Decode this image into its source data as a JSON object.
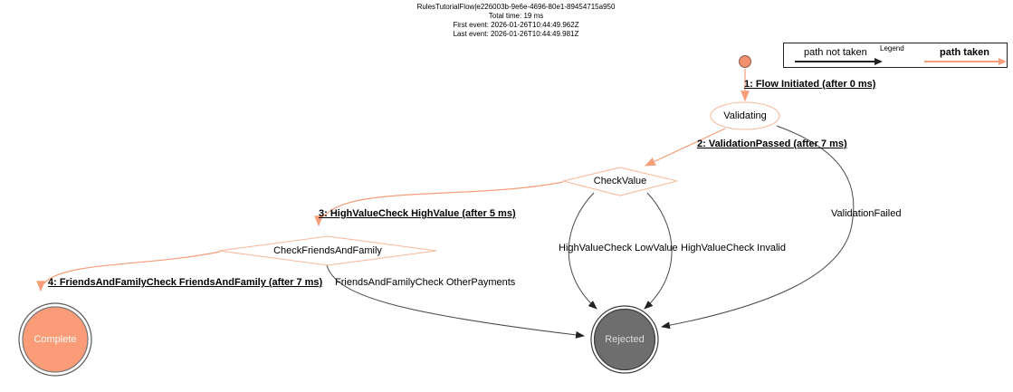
{
  "header": {
    "flow_id": "RulesTutorialFlow|e226003b-9e6e-4696-80e1-89454715a950",
    "total_time": "Total time: 19 ms",
    "first_event": "First event: 2026-01-26T10:44:49.962Z",
    "last_event": "Last event: 2026-01-26T10:44:49.981Z"
  },
  "legend": {
    "title": "Legend",
    "path_not_taken_label": "path not taken",
    "path_taken_label": "path taken"
  },
  "nodes": {
    "validating": {
      "label": "Validating",
      "type": "state"
    },
    "check_value": {
      "label": "CheckValue",
      "type": "choice"
    },
    "check_friends_and_family": {
      "label": "CheckFriendsAndFamily",
      "type": "choice"
    },
    "complete": {
      "label": "Complete",
      "type": "final"
    },
    "rejected": {
      "label": "Rejected",
      "type": "final"
    }
  },
  "edges": {
    "flow_initiated": {
      "label": "1: Flow Initiated (after 0 ms)",
      "taken": true,
      "from": "start",
      "to": "Validating"
    },
    "validation_passed": {
      "label": "2: ValidationPassed (after 7 ms)",
      "taken": true,
      "from": "Validating",
      "to": "CheckValue"
    },
    "high_value": {
      "label": "3: HighValueCheck HighValue (after 5 ms)",
      "taken": true,
      "from": "CheckValue",
      "to": "CheckFriendsAndFamily"
    },
    "friends_and_family": {
      "label": "4: FriendsAndFamilyCheck FriendsAndFamily (after 7 ms)",
      "taken": true,
      "from": "CheckFriendsAndFamily",
      "to": "Complete"
    },
    "validation_failed": {
      "label": "ValidationFailed",
      "taken": false,
      "from": "Validating",
      "to": "Rejected"
    },
    "low_value": {
      "label": "HighValueCheck LowValue",
      "taken": false,
      "from": "CheckValue",
      "to": "Rejected"
    },
    "invalid": {
      "label": "HighValueCheck Invalid",
      "taken": false,
      "from": "CheckValue",
      "to": "Rejected"
    },
    "other_payments": {
      "label": "FriendsAndFamilyCheck OtherPayments",
      "taken": false,
      "from": "CheckFriendsAndFamily",
      "to": "Rejected"
    }
  },
  "colors": {
    "path_taken": "#f59e79",
    "path_not_taken": "#4a4a4a",
    "node_outline": "#f8bb9b",
    "start_fill": "#f29070",
    "complete_fill": "#f99c77",
    "rejected_fill": "#6e6e6e"
  }
}
